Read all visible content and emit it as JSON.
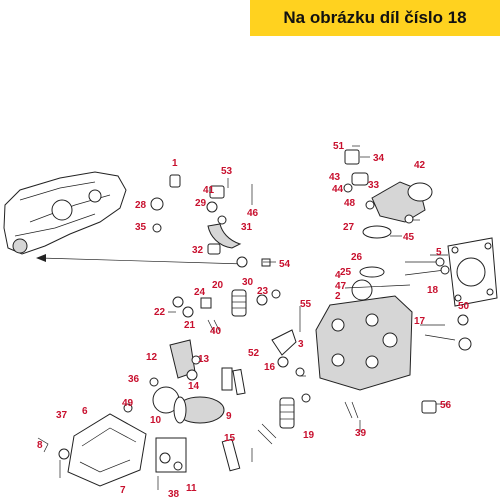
{
  "banner": {
    "text": "Na obrázku díl číslo 18",
    "color": "#ffd21f"
  },
  "accent_color": "#c8102e",
  "labels": [
    "1",
    "2",
    "3",
    "4",
    "5",
    "6",
    "7",
    "8",
    "9",
    "10",
    "11",
    "12",
    "13",
    "14",
    "15",
    "16",
    "17",
    "18",
    "19",
    "20",
    "21",
    "22",
    "23",
    "24",
    "25",
    "26",
    "27",
    "28",
    "29",
    "30",
    "31",
    "32",
    "33",
    "34",
    "35",
    "36",
    "37",
    "38",
    "39",
    "40",
    "41",
    "42",
    "43",
    "44",
    "45",
    "46",
    "47",
    "48",
    "49",
    "50",
    "51",
    "52",
    "53",
    "54",
    "55",
    "56"
  ]
}
